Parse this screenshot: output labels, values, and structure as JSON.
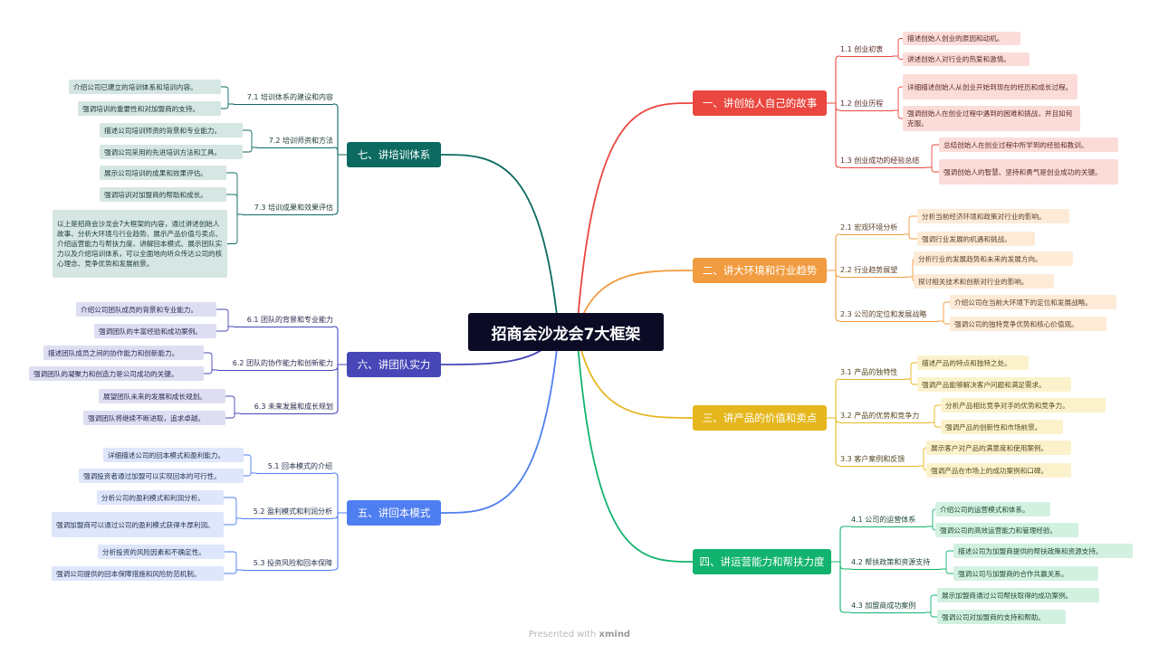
{
  "root": {
    "title": "招商会沙龙会7大框架"
  },
  "colors": {
    "b1": "#e9473f",
    "b2": "#f19c40",
    "b3": "#e5b71d",
    "b4": "#12b36e",
    "b5": "#4f7ef0",
    "b6": "#4747b8",
    "b7": "#0d6a61"
  },
  "branches": [
    {
      "id": "b1",
      "label": "一、讲创始人自己的故事",
      "fill": "#fcdcd9",
      "text": "#5a2b28",
      "subs": [
        {
          "label": "1.1 创业初衷",
          "leaves": [
            "描述创始人创业的原因和动机。",
            "讲述创始人对行业的热爱和激情。"
          ]
        },
        {
          "label": "1.2 创业历程",
          "leaves": [
            "详细描述创始人从创业开始到现在的经历和成长过程。",
            "强调创始人在创业过程中遇到的困难和挑战，并且如何克服。"
          ]
        },
        {
          "label": "1.3 创业成功的经验总结",
          "leaves": [
            "总结创始人在创业过程中所学到的经验和教训。",
            "强调创始人的智慧、坚持和勇气是创业成功的关键。"
          ]
        }
      ]
    },
    {
      "id": "b2",
      "label": "二、讲大环境和行业趋势",
      "fill": "#fdebd8",
      "text": "#5a4328",
      "subs": [
        {
          "label": "2.1 宏观环境分析",
          "leaves": [
            "分析当前经济环境和政策对行业的影响。",
            "强调行业发展的机遇和挑战。"
          ]
        },
        {
          "label": "2.2 行业趋势展望",
          "leaves": [
            "分析行业的发展趋势和未来的发展方向。",
            "探讨相关技术和创新对行业的影响。"
          ]
        },
        {
          "label": "2.3 公司的定位和发展战略",
          "leaves": [
            "介绍公司在当前大环境下的定位和发展战略。",
            "强调公司的独特竞争优势和核心价值观。"
          ]
        }
      ]
    },
    {
      "id": "b3",
      "label": "三、讲产品的价值和卖点",
      "fill": "#fbf2cc",
      "text": "#564a20",
      "subs": [
        {
          "label": "3.1 产品的独特性",
          "leaves": [
            "描述产品的特点和独特之处。",
            "强调产品能够解决客户问题和满足需求。"
          ]
        },
        {
          "label": "3.2 产品的优势和竞争力",
          "leaves": [
            "分析产品相比竞争对手的优势和竞争力。",
            "强调产品的创新性和市场前景。"
          ]
        },
        {
          "label": "3.3 客户案例和反馈",
          "leaves": [
            "展示客户对产品的满意度和使用案例。",
            "强调产品在市场上的成功案例和口碑。"
          ]
        }
      ]
    },
    {
      "id": "b4",
      "label": "四、讲运营能力和帮扶力度",
      "fill": "#d3f1e1",
      "text": "#1f4a35",
      "subs": [
        {
          "label": "4.1 公司的运营体系",
          "leaves": [
            "介绍公司的运营模式和体系。",
            "强调公司的高效运营能力和管理经验。"
          ]
        },
        {
          "label": "4.2 帮扶政策和资源支持",
          "leaves": [
            "描述公司为加盟商提供的帮扶政策和资源支持。",
            "强调公司与加盟商的合作共赢关系。"
          ]
        },
        {
          "label": "4.3 加盟商成功案例",
          "leaves": [
            "展示加盟商通过公司帮扶取得的成功案例。",
            "强调公司对加盟商的支持和帮助。"
          ]
        }
      ]
    },
    {
      "id": "b5",
      "label": "五、讲回本模式",
      "fill": "#dde6fb",
      "text": "#25334f",
      "subs": [
        {
          "label": "5.1 回本模式的介绍",
          "leaves": [
            "详细描述公司的回本模式和盈利能力。",
            "强调投资者通过加盟可以实现回本的可行性。"
          ]
        },
        {
          "label": "5.2 盈利模式和利润分析",
          "leaves": [
            "分析公司的盈利模式和利润分析。",
            "强调加盟商可以通过公司的盈利模式获得丰厚利润。"
          ]
        },
        {
          "label": "5.3 投资风险和回本保障",
          "leaves": [
            "分析投资的风险因素和不确定性。",
            "强调公司提供的回本保障措施和风险防范机制。"
          ]
        }
      ]
    },
    {
      "id": "b6",
      "label": "六、讲团队实力",
      "fill": "#dedef3",
      "text": "#2b2b52",
      "subs": [
        {
          "label": "6.1 团队的背景和专业能力",
          "leaves": [
            "介绍公司团队成员的背景和专业能力。",
            "强调团队的丰富经验和成功案例。"
          ]
        },
        {
          "label": "6.2 团队的协作能力和创新能力",
          "leaves": [
            "描述团队成员之间的协作能力和创新能力。",
            "强调团队的凝聚力和创造力是公司成功的关键。"
          ]
        },
        {
          "label": "6.3 未来发展和成长规划",
          "leaves": [
            "展望团队未来的发展和成长规划。",
            "强调团队将继续不断进取，追求卓越。"
          ]
        }
      ]
    },
    {
      "id": "b7",
      "label": "七、讲培训体系",
      "fill": "#d5e6e3",
      "text": "#1e3c38",
      "subs": [
        {
          "label": "7.1 培训体系的建设和内容",
          "leaves": [
            "介绍公司已建立的培训体系和培训内容。",
            "强调培训的重要性和对加盟商的支持。"
          ]
        },
        {
          "label": "7.2 培训师资和方法",
          "leaves": [
            "描述公司培训师资的背景和专业能力。",
            "强调公司采用的先进培训方法和工具。"
          ]
        },
        {
          "label": "7.3 培训成果和效果评估",
          "leaves": [
            "展示公司培训的成果和效果评估。",
            "强调培训对加盟商的帮助和成长。",
            "以上是招商会沙龙会7大框架的内容，通过讲述创始人故事、分析大环境与行业趋势、展示产品价值与卖点、介绍运营能力与帮扶力度、讲解回本模式、展示团队实力以及介绍培训体系，可以全面地向听众传达公司的核心理念、竞争优势和发展前景。"
          ]
        }
      ]
    }
  ],
  "footer": {
    "prefix": "Presented with",
    "brand": "xmind"
  }
}
